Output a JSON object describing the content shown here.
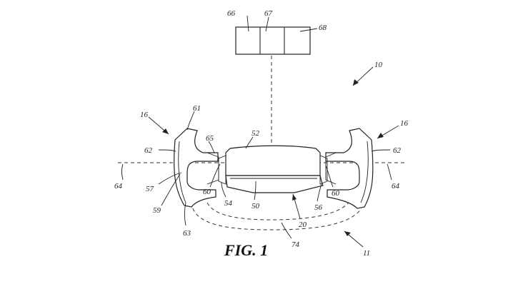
{
  "figure": {
    "caption": "FIG. 1"
  },
  "labels": {
    "l66": "66",
    "l67": "67",
    "l68": "68",
    "l10": "10",
    "l16a": "16",
    "l61": "61",
    "l62a": "62",
    "l65": "65",
    "l52": "52",
    "l16b": "16",
    "l62b": "62",
    "l64a": "64",
    "l57": "57",
    "l60a": "60",
    "l54": "54",
    "l50": "50",
    "l60b": "60",
    "l56": "56",
    "l64b": "64",
    "l59": "59",
    "l20": "20",
    "l63": "63",
    "l74": "74",
    "l11": "11"
  }
}
